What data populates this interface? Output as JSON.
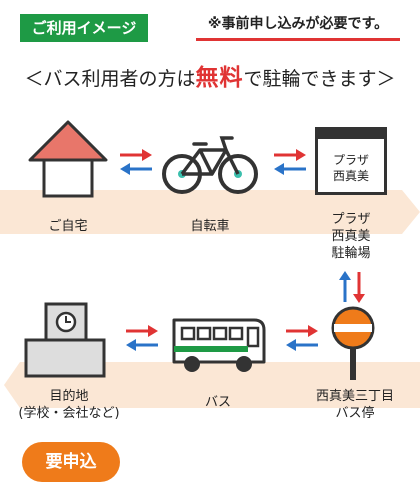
{
  "header": {
    "badge": "ご利用イメージ",
    "note": "※事前申し込みが必要です。",
    "headline_pre": "＜バス利用者の方は",
    "headline_emph": "無料",
    "headline_post": "で駐輪できます＞"
  },
  "top_row": {
    "home": "ご自宅",
    "bicycle": "自転車",
    "sign_line1": "プラザ",
    "sign_line2": "西真美",
    "parking_line1": "プラザ",
    "parking_line2": "西真美",
    "parking_line3": "駐輪場"
  },
  "bottom_row": {
    "dest_line1": "目的地",
    "dest_line2": "(学校・会社など)",
    "bus": "バス",
    "stop_line1": "西真美三丁目",
    "stop_line2": "バス停"
  },
  "footer": {
    "badge": "要申込"
  },
  "colors": {
    "green": "#1e9a45",
    "red": "#e03434",
    "blue": "#2a73c8",
    "band": "#fbe7d5",
    "orange": "#ef7b1a",
    "teal": "#3bbfad"
  }
}
